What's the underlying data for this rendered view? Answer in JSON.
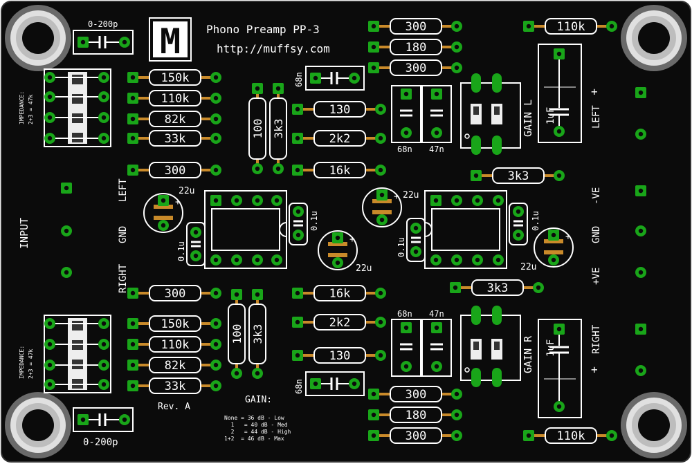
{
  "board": {
    "title": "Phono Preamp PP-3",
    "url": "http://muffsy.com",
    "logo_letter": "M",
    "revision": "Rev. A",
    "colors": {
      "pcb": "#0b0b0b",
      "pad": "#19a519",
      "silk": "#ffffff",
      "copper": "#c98a2a",
      "hole": "#d8d8d8"
    }
  },
  "labels": {
    "input": "INPUT",
    "left": "LEFT",
    "gnd": "GND",
    "right": "RIGHT",
    "neg_ve": "-VE",
    "gnd2": "GND",
    "pos_ve": "+VE",
    "left_out": "LEFT",
    "plus_top": "+",
    "right_out": "RIGHT",
    "plus_bottom": "+",
    "gain_l": "GAIN L",
    "gain_r": "GAIN R",
    "impedance_top_1": "IMPEDANCE:",
    "impedance_top_2": "2+3 = 47k",
    "impedance_bot_1": "IMPEDANCE:",
    "impedance_bot_2": "2+3 = 47k",
    "cap_top": "0-200p",
    "cap_bottom": "0-200p"
  },
  "gain_table": {
    "title": "GAIN:",
    "rows": [
      "None = 36 dB - Low",
      "  1   = 40 dB - Med",
      "  2   = 44 dB - High",
      "1+2  = 46 dB - Max"
    ]
  },
  "components": {
    "r150k_top": "150k",
    "r110k_top": "110k",
    "r82k_top": "82k",
    "r33k_top": "33k",
    "r300_left_top": "300",
    "r100_top": "100",
    "r3k3_top": "3k3",
    "c68n_top": "68n",
    "r130_top": "130",
    "r2k2_top": "2k2",
    "r16k_top": "16k",
    "r300_a": "300",
    "r180_top": "180",
    "r300_b": "300",
    "c68n_gain_l": "68n",
    "c47n_gain_l": "47n",
    "r110k_out_top": "110k",
    "c1uf_top": "1uF",
    "r3k3_mid_top": "3k3",
    "r3k3_mid_bot": "3k3",
    "c22u_a": "22u",
    "c22u_b": "22u",
    "c22u_c": "22u",
    "c22u_d": "22u",
    "c01u_a": "0.1u",
    "c01u_b": "0.1u",
    "c01u_c": "0.1u",
    "c01u_d": "0.1u",
    "r300_left_bot": "300",
    "r150k_bot": "150k",
    "r110k_bot": "110k",
    "r82k_bot": "82k",
    "r33k_bot": "33k",
    "r100_bot": "100",
    "r3k3_bot": "3k3",
    "r16k_bot": "16k",
    "r2k2_bot": "2k2",
    "r130_bot": "130",
    "c68n_bot": "68n",
    "c68n_gain_r": "68n",
    "c47n_gain_r": "47n",
    "c1uf_bot": "1uF",
    "r300_c": "300",
    "r180_bot": "180",
    "r300_d": "300",
    "r110k_out_bot": "110k"
  }
}
